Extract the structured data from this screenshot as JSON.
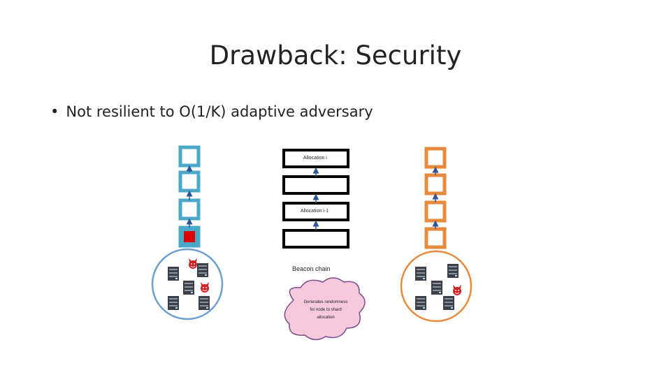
{
  "slide": {
    "title": "Drawback: Security",
    "bullet": "Not resilient to O(1/K) adaptive adversary"
  },
  "beacon": {
    "blocks": [
      "Allocation i",
      "",
      "Allocation i-1",
      ""
    ],
    "label": "Beacon chain",
    "cloud_lines": [
      "Generates randomness",
      "for node to shard",
      "allocation"
    ]
  },
  "colors": {
    "left_shard": "#4aa8c9",
    "right_shard": "#e88a3c",
    "attacked_block": "#e00000",
    "cloud_fill": "#f8c8dc",
    "adversary": "#d42020"
  }
}
